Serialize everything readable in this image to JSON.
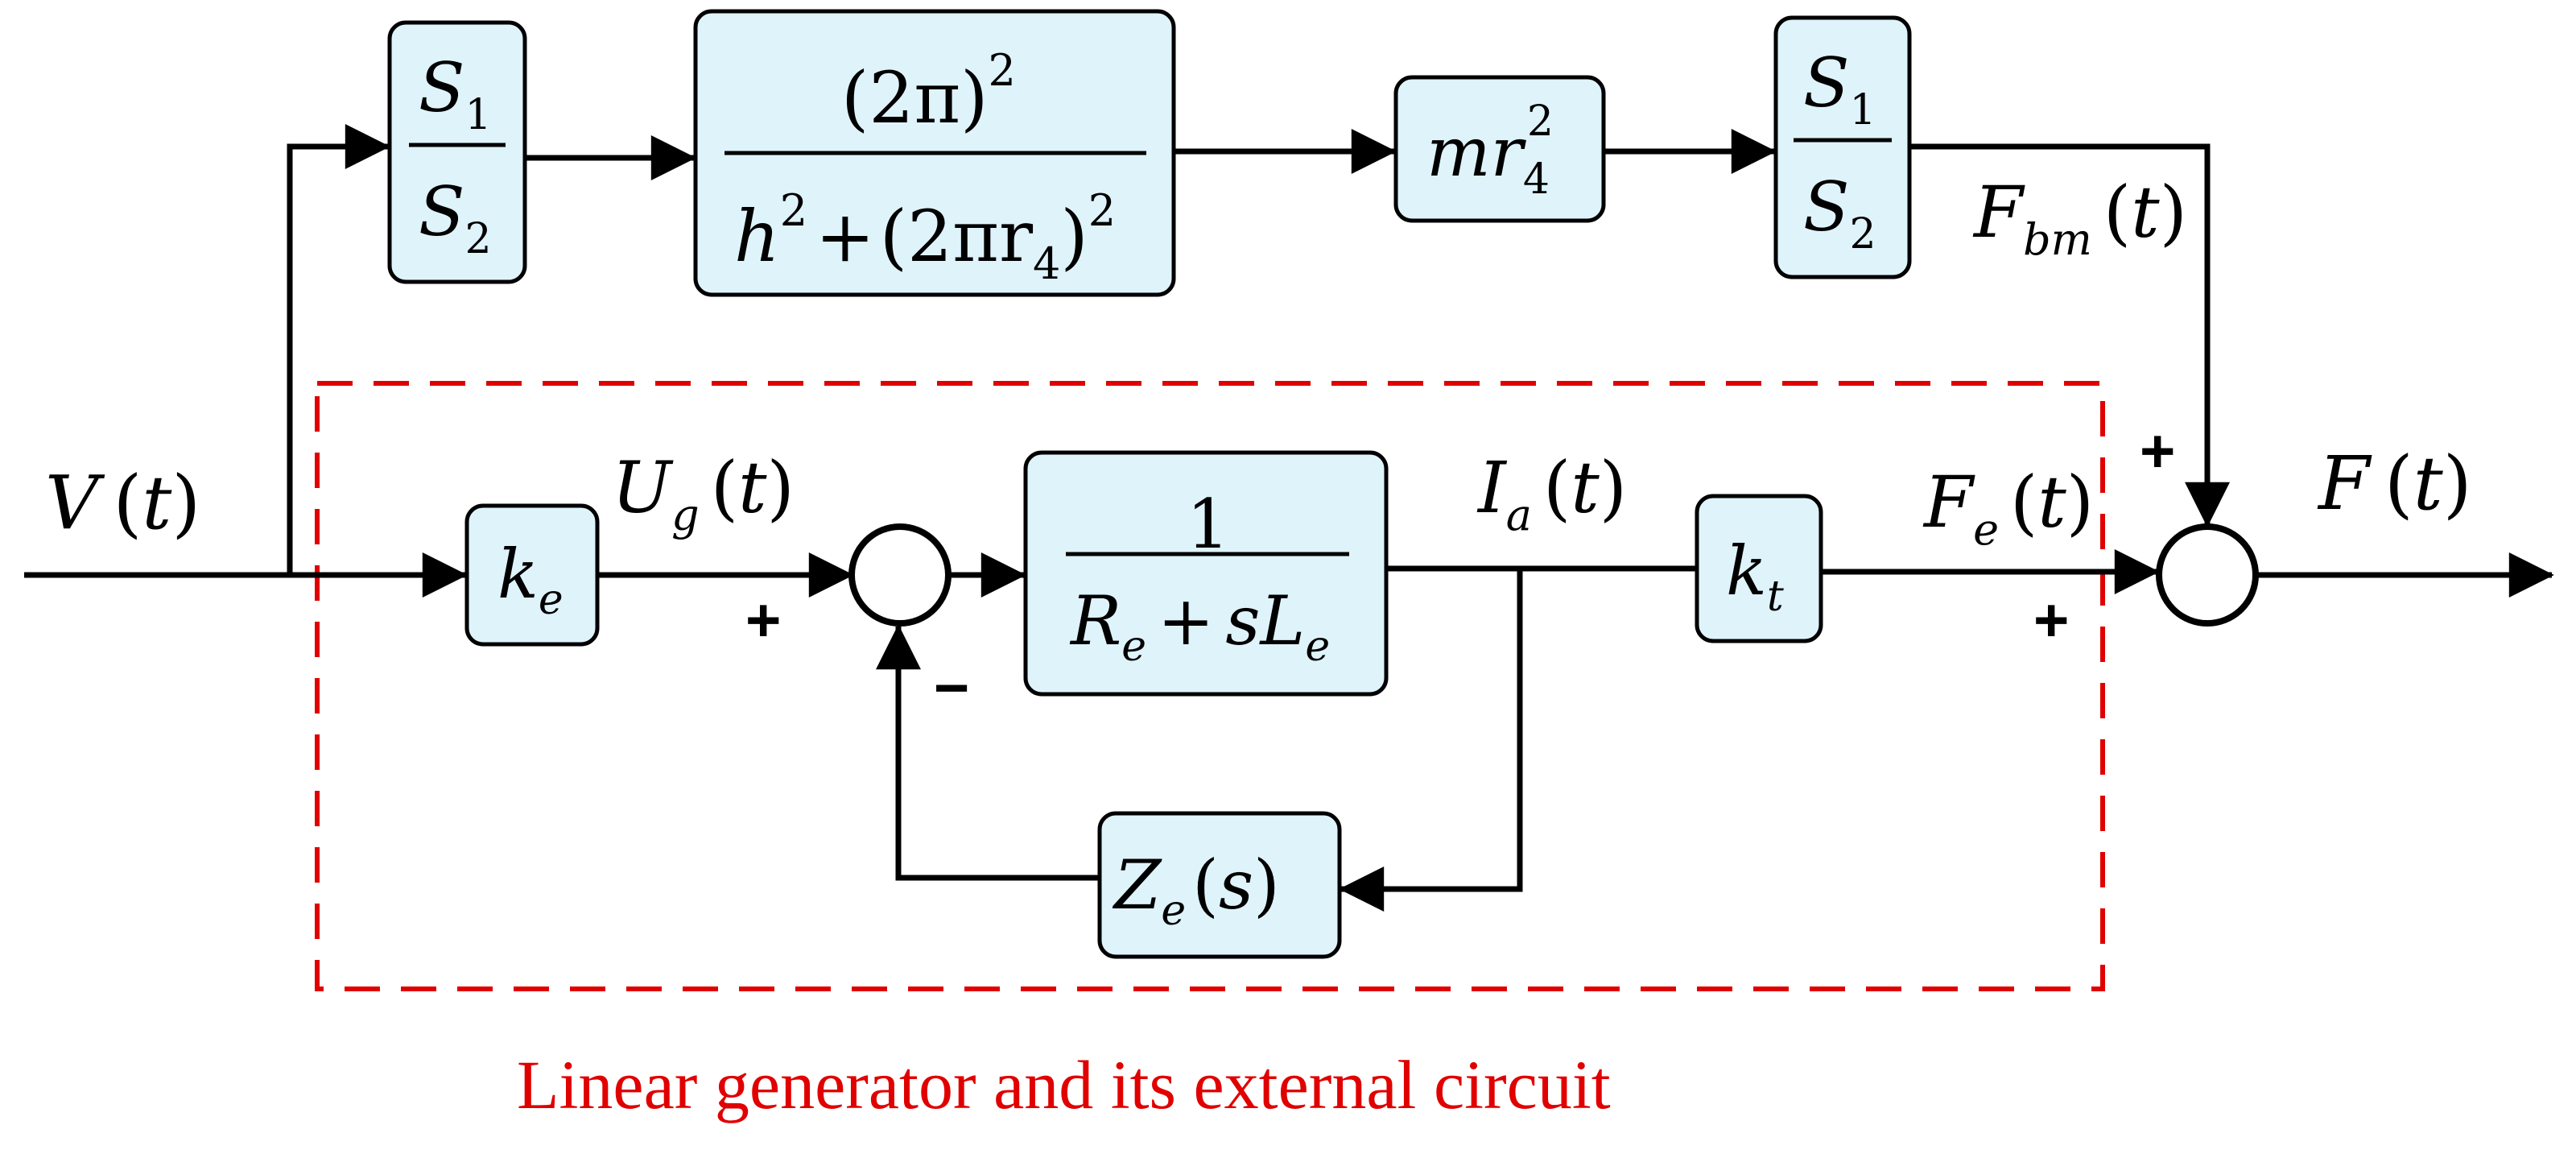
{
  "colors": {
    "block_fill": "#dff3fb",
    "dashed_box": "#e00000",
    "caption": "#e00000",
    "lines": "#000000"
  },
  "signals": {
    "input": {
      "sym": "V",
      "arg": "t"
    },
    "ug": {
      "sym": "U",
      "sub": "g",
      "arg": "t"
    },
    "ia": {
      "sym": "I",
      "sub": "a",
      "arg": "t"
    },
    "fe": {
      "sym": "F",
      "sub": "e",
      "arg": "t"
    },
    "fbm": {
      "sym": "F",
      "sub": "bm",
      "arg": "t"
    },
    "output": {
      "sym": "F",
      "arg": "t"
    }
  },
  "blocks": {
    "ratio1": {
      "num": "S",
      "num_sub": "1",
      "den": "S",
      "den_sub": "2"
    },
    "spring": {
      "num": "(2π)",
      "num_sup": "2",
      "den_h": "h",
      "den_h_sup": "2",
      "den_plus": "+",
      "den_paren": "(2πr",
      "den_sub": "4",
      "den_close": ")",
      "den_sup": "2"
    },
    "mass": {
      "text": "mr",
      "sub": "4",
      "sup": "2"
    },
    "ratio2": {
      "num": "S",
      "num_sub": "1",
      "den": "S",
      "den_sub": "2"
    },
    "ke": {
      "sym": "k",
      "sub": "e"
    },
    "electrical": {
      "num": "1",
      "den_r": "R",
      "den_r_sub": "e",
      "den_plus": "+",
      "den_s": "sL",
      "den_s_sub": "e"
    },
    "kt": {
      "sym": "k",
      "sub": "t"
    },
    "impedance": {
      "sym": "Z",
      "sub": "e",
      "arg": "s"
    }
  },
  "signs": {
    "sum1_plus": "+",
    "sum1_minus": "−",
    "sum2_top_plus": "+",
    "sum2_left_plus": "+"
  },
  "caption": "Linear generator and its external circuit"
}
